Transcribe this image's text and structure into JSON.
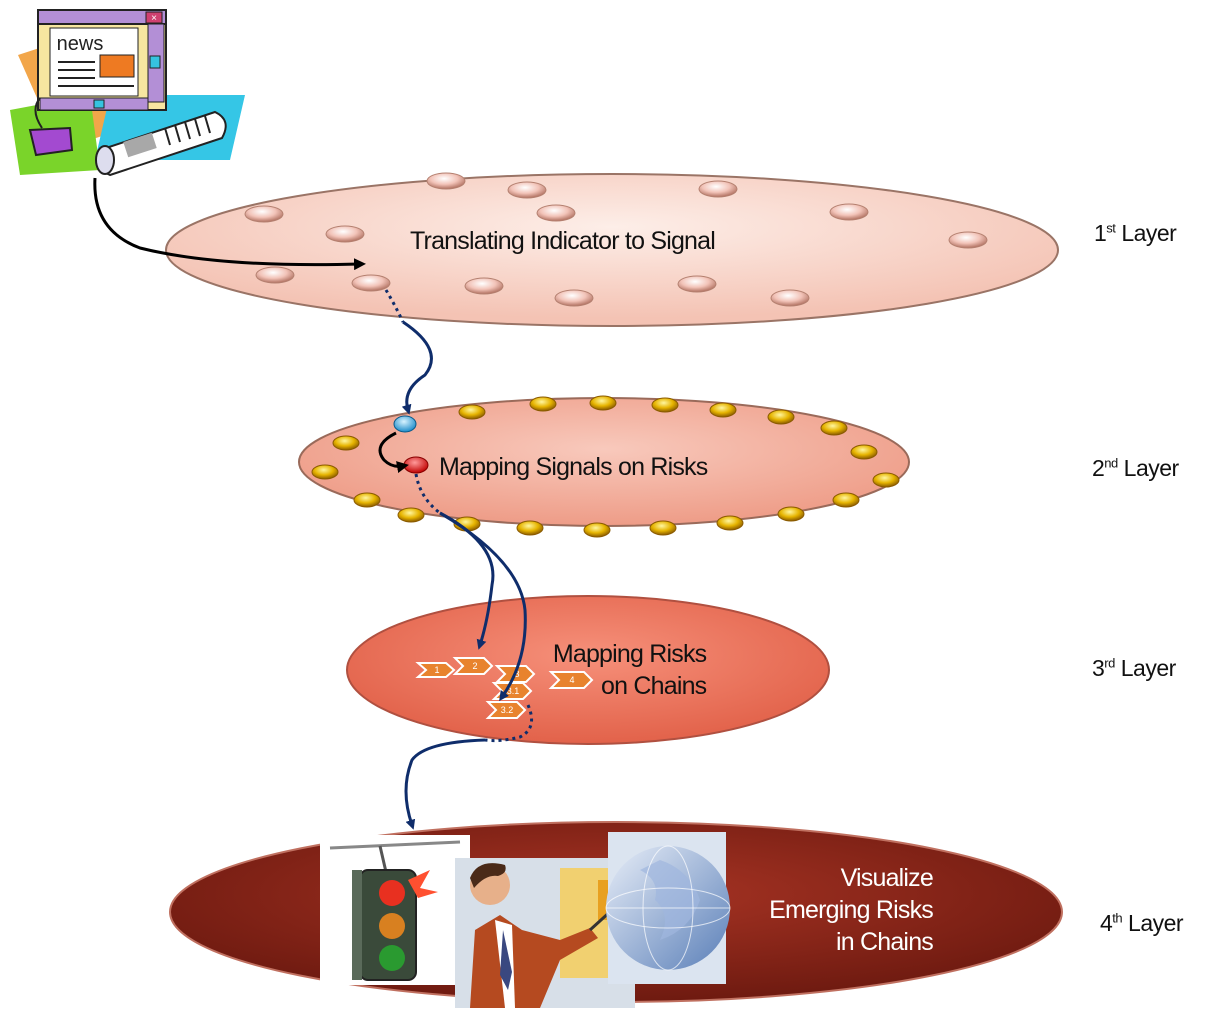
{
  "layers": [
    {
      "ordinal": "1",
      "suffix": "st",
      "word": "Layer",
      "title": "Translating Indicator to Signal"
    },
    {
      "ordinal": "2",
      "suffix": "nd",
      "word": "Layer",
      "title": "Mapping Signals on Risks"
    },
    {
      "ordinal": "3",
      "suffix": "rd",
      "word": "Layer",
      "title_line1": "Mapping Risks",
      "title_line2": "on Chains"
    },
    {
      "ordinal": "4",
      "suffix": "th",
      "word": "Layer",
      "title_line1": "Visualize",
      "title_line2": "Emerging Risks",
      "title_line3": "in Chains"
    }
  ],
  "chain_steps": [
    "1",
    "2",
    "3",
    "3.1",
    "3.2",
    "4"
  ],
  "news_icon": {
    "text": "news",
    "icon": "news-window-icon"
  },
  "colors": {
    "layer1_fill": "#f9d6cc",
    "layer2_fill": "#f5b3a3",
    "layer3_fill": "#f07a62",
    "layer4_fill": "#8c2418",
    "arrow": "#0f2d6b",
    "chain_step": "#e8832e"
  }
}
